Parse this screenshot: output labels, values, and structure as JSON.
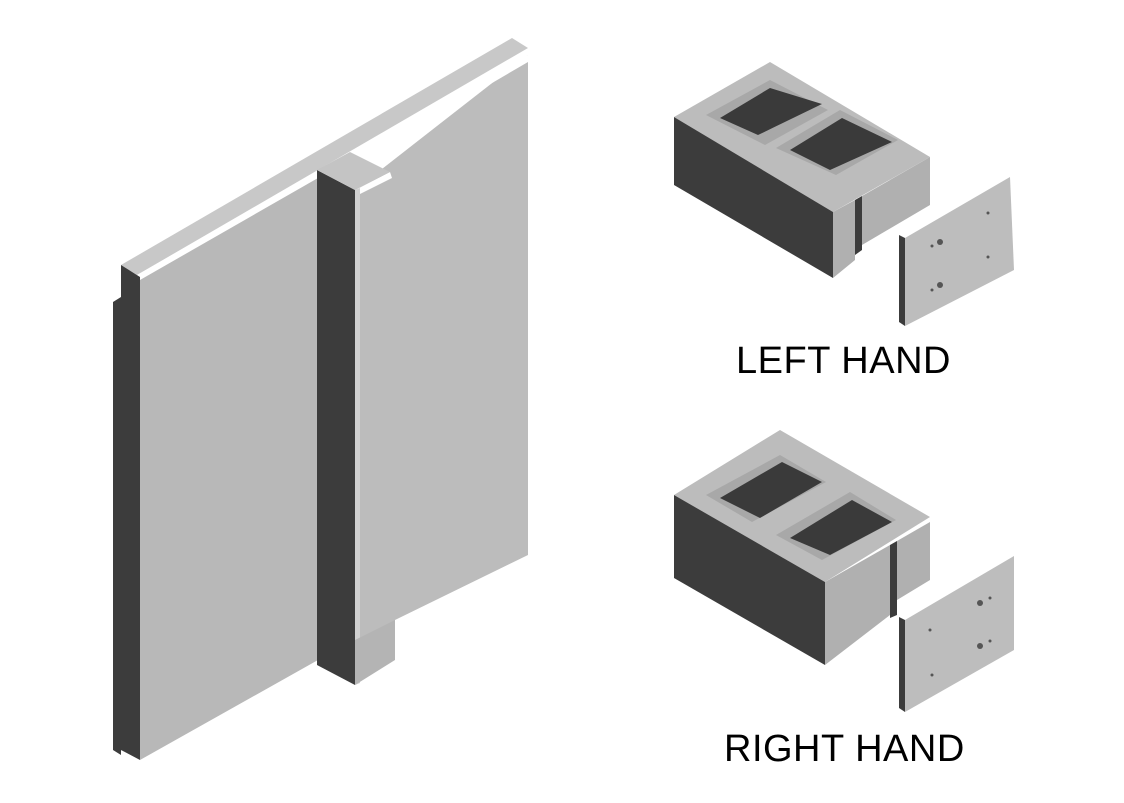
{
  "figure": {
    "colors": {
      "light_face": "#bababa",
      "top_face": "#c6c6c6",
      "dark_face": "#3c3c3c",
      "highlight": "#ffffff",
      "background": "#ffffff"
    },
    "panels": [
      {
        "id": "wall-assembly",
        "label": ""
      },
      {
        "id": "left-hand-block",
        "label": "LEFT HAND"
      },
      {
        "id": "right-hand-block",
        "label": "RIGHT HAND"
      }
    ]
  }
}
